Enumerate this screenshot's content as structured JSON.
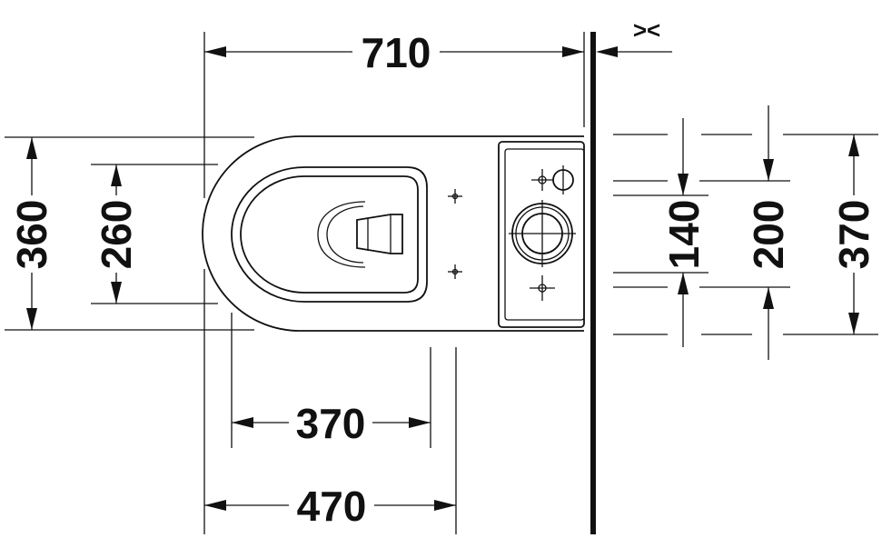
{
  "drawing": {
    "dimensions": {
      "overall_length": "710",
      "outer_width": "360",
      "seat_width": "260",
      "seat_depth": "370",
      "bowl_depth": "470",
      "fixing_spacing": "140",
      "outlet_height": "200",
      "tank_width": "370"
    },
    "wall_symbol": "><"
  }
}
